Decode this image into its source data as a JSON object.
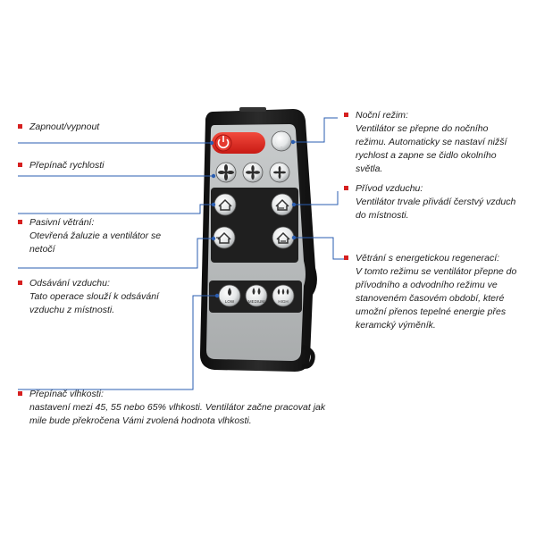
{
  "labels": {
    "power": {
      "title": "Zapnout/vypnout"
    },
    "speed": {
      "title": "Přepínač rychlosti"
    },
    "passive": {
      "title": "Pasivní větrání:",
      "body": "Otevřená žaluzie a ventilátor se netočí"
    },
    "exhaust": {
      "title": "Odsávání vzduchu:",
      "body": "Tato operace slouží k odsávání vzduchu z místnosti."
    },
    "humidity": {
      "title": "Přepínač vlhkosti:",
      "body": "nastavení mezi 45, 55 nebo 65% vlhkosti. Ventilátor začne pracovat jak mile bude překročena Vámi zvolená hodnota vlhkosti."
    },
    "night": {
      "title": "Noční režim:",
      "body": "Ventilátor se přepne do nočního režimu. Automaticky se nastaví nižší rychlost a zapne se čidlo okolního světla."
    },
    "supply": {
      "title": "Přívod vzduchu:",
      "body": "Ventilátor trvale přivádí čerstvý vzduch do místnosti."
    },
    "recovery": {
      "title": "Větrání s energetickou regenerací:",
      "body": "V tomto režimu se ventilátor přepne do přívodního a odvodního režimu ve stanoveném časovém období, které umožní přenos tepelné energie přes keramcký výměník."
    }
  },
  "remote_buttons": {
    "low": "LOW",
    "medium": "MEDIUM",
    "high": "HIGH"
  },
  "colors": {
    "marker": "#d62020",
    "connector": "#2a5db0",
    "power_button": "#e02424",
    "remote_body": "#1c1c1c",
    "remote_face": "#b9bcbd"
  }
}
